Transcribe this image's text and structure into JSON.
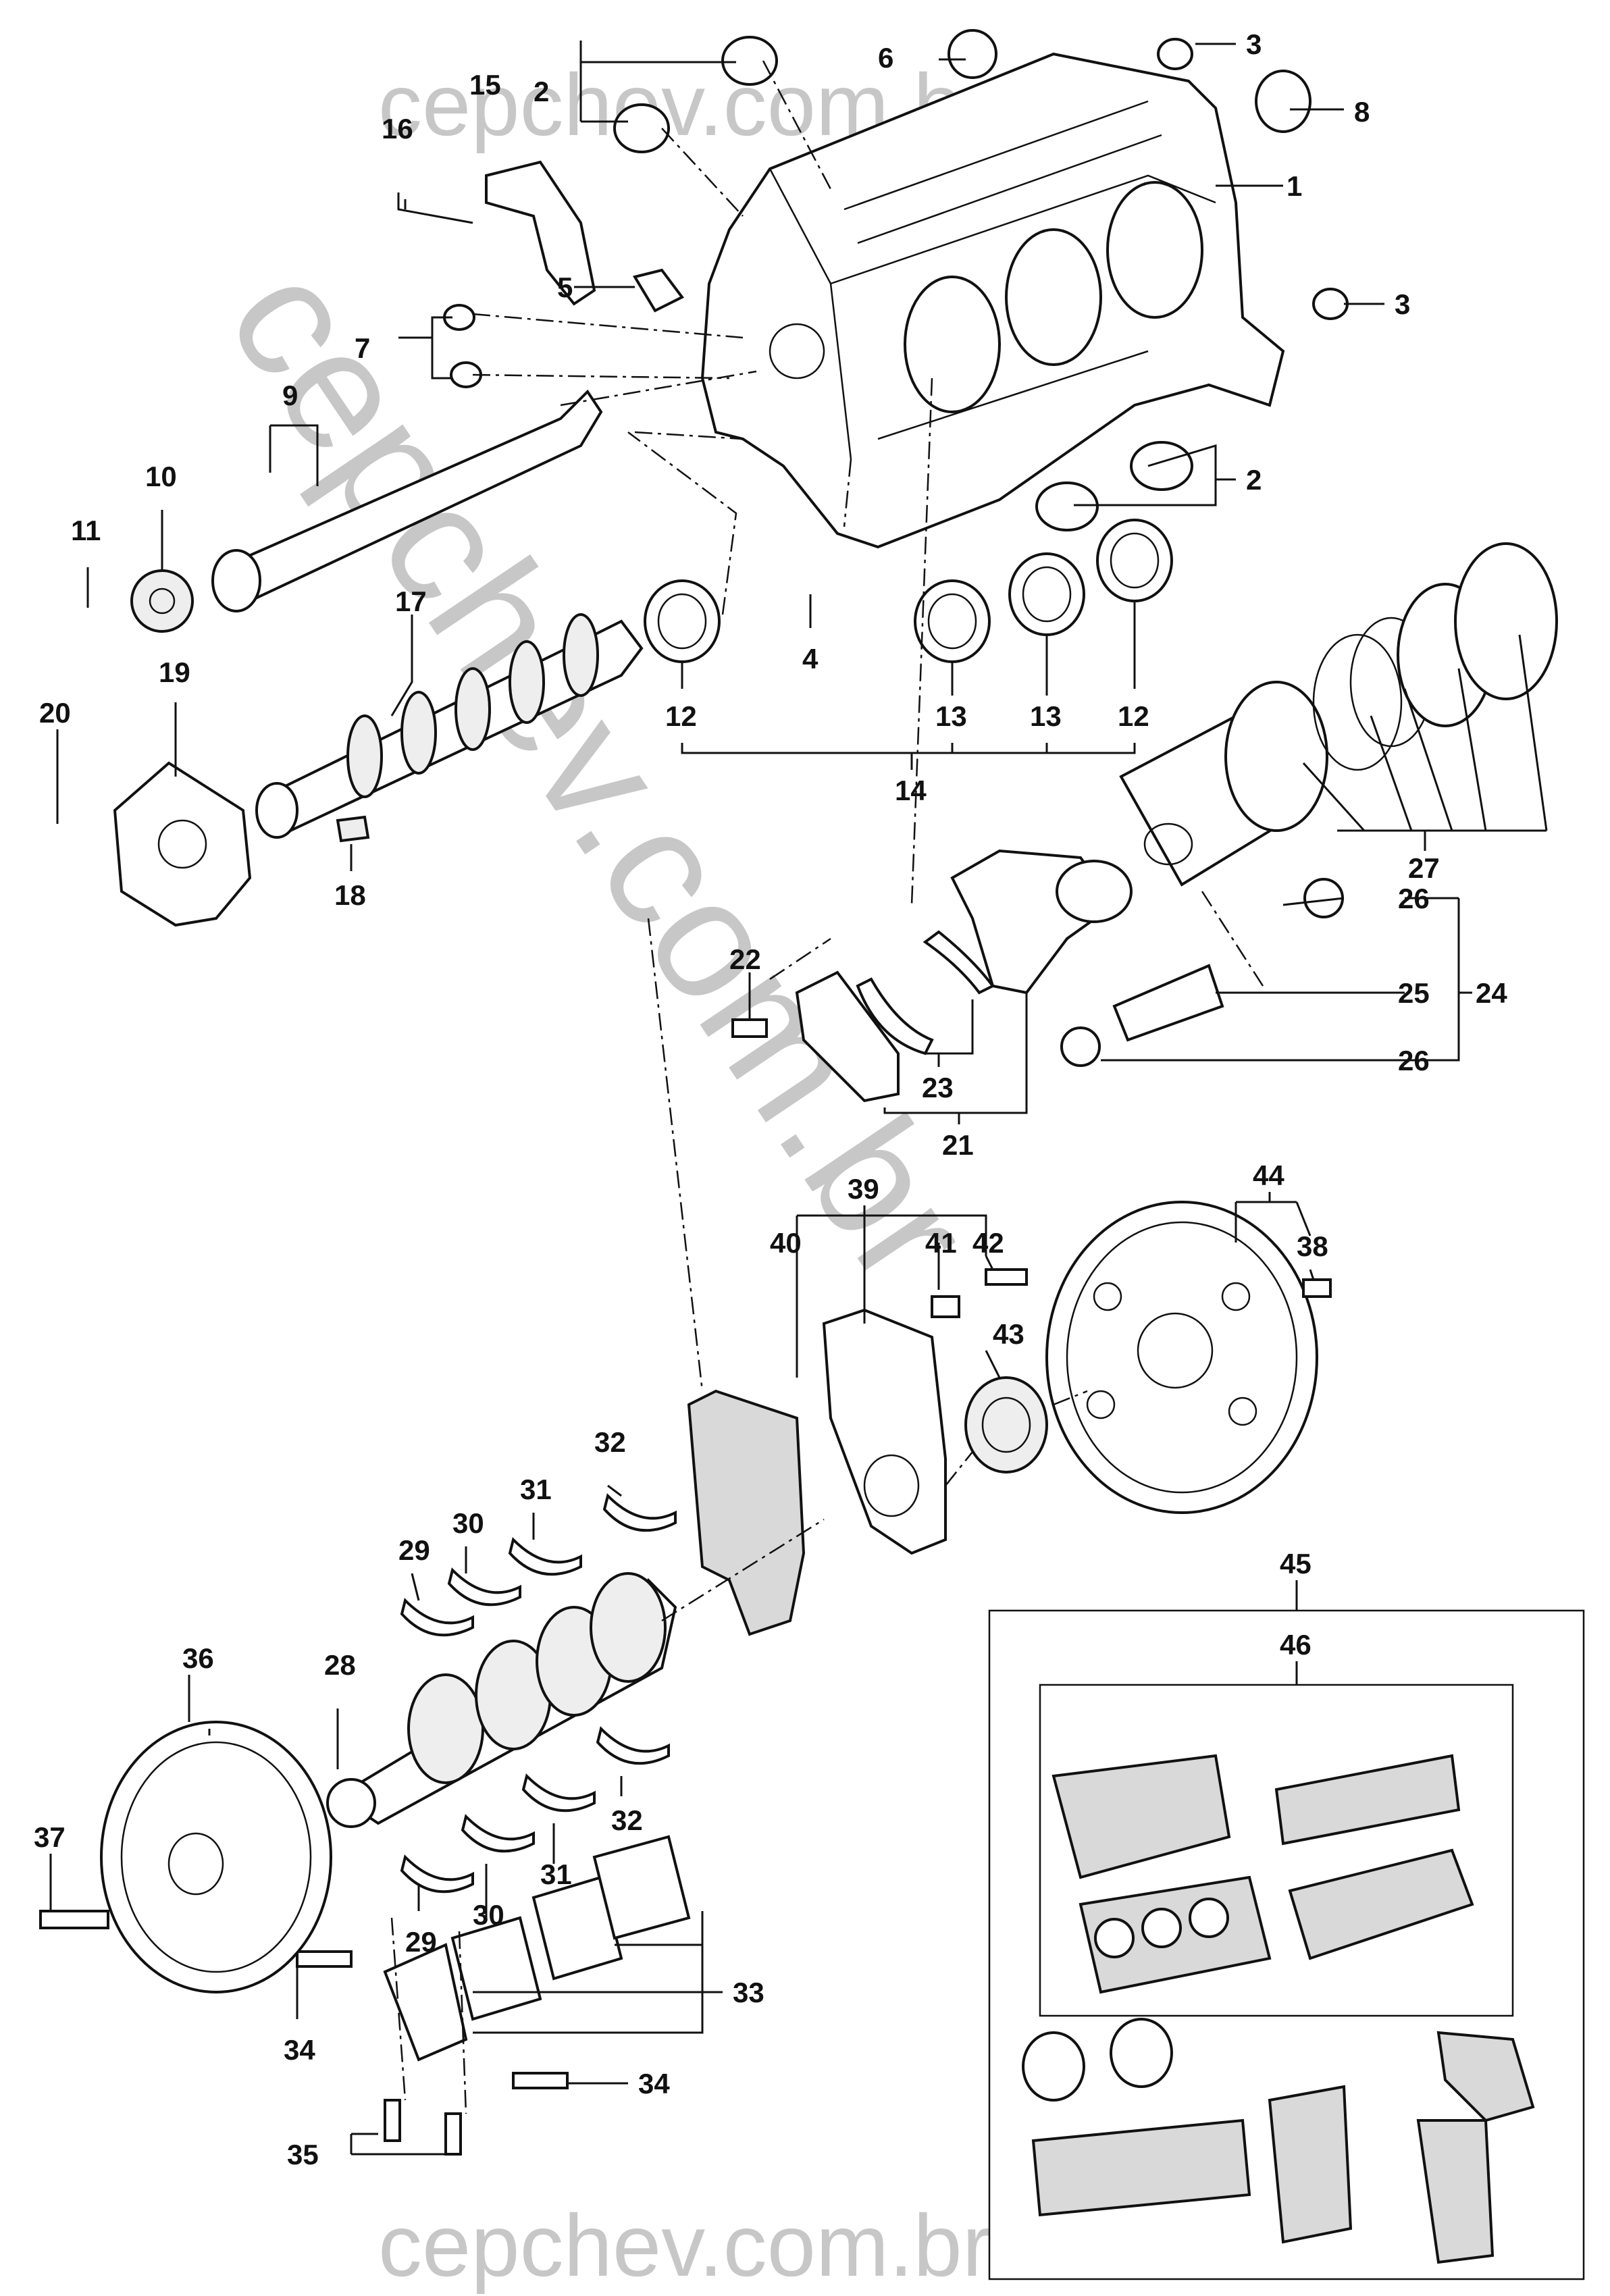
{
  "watermark": {
    "top": "cepchev.com.br",
    "diagonal": "cepchev.com.br",
    "bottom": "cepchev.com.br"
  },
  "callouts": {
    "c1": "1",
    "c2a": "2",
    "c2b": "2",
    "c3a": "3",
    "c3b": "3",
    "c4": "4",
    "c5": "5",
    "c6": "6",
    "c7": "7",
    "c8": "8",
    "c9": "9",
    "c10": "10",
    "c11": "11",
    "c12a": "12",
    "c12b": "12",
    "c13a": "13",
    "c13b": "13",
    "c14": "14",
    "c15": "15",
    "c16": "16",
    "c17": "17",
    "c18": "18",
    "c19": "19",
    "c20": "20",
    "c21": "21",
    "c22": "22",
    "c23": "23",
    "c24": "24",
    "c25": "25",
    "c26a": "26",
    "c26b": "26",
    "c27": "27",
    "c28": "28",
    "c29a": "29",
    "c29b": "29",
    "c30a": "30",
    "c30b": "30",
    "c31a": "31",
    "c31b": "31",
    "c32a": "32",
    "c32b": "32",
    "c33": "33",
    "c34a": "34",
    "c34b": "34",
    "c35": "35",
    "c36": "36",
    "c37": "37",
    "c38": "38",
    "c39": "39",
    "c40": "40",
    "c41": "41",
    "c42": "42",
    "c43": "43",
    "c44": "44",
    "c45": "45",
    "c46": "46"
  }
}
